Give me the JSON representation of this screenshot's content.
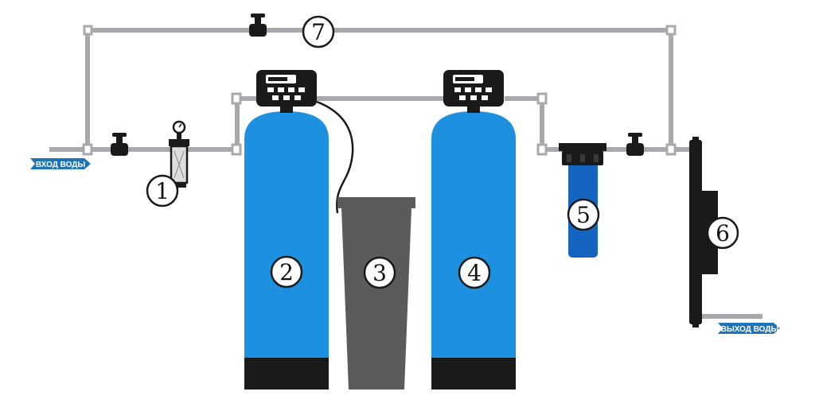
{
  "labels": {
    "inlet": "ВХОД ВОДЫ",
    "outlet": "ВЫХОД ВОДЫ"
  },
  "markers": {
    "m1": "1",
    "m2": "2",
    "m3": "3",
    "m4": "4",
    "m5": "5",
    "m6": "6",
    "m7": "7"
  },
  "colors": {
    "tank_blue": "#1e90e0",
    "cartridge_blue": "#1565c0",
    "pipe_gray": "#a7a9ac",
    "brine_gray": "#5b5b5b",
    "dark": "#1a1a1a",
    "arrow_blue": "#1f74b8"
  }
}
